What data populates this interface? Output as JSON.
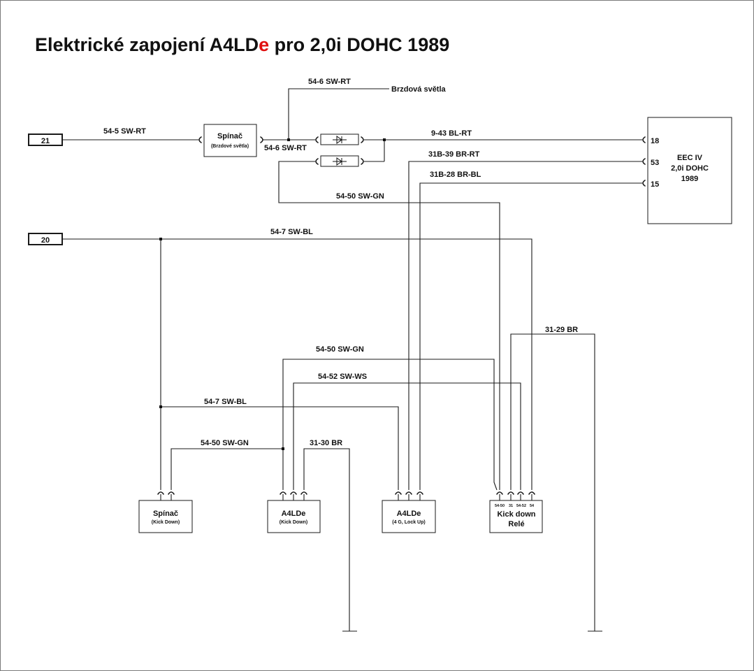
{
  "title": {
    "part1": "Elektrické zapojení A4LD",
    "part2": "e",
    "part3": " pro 2,0i DOHC 1989",
    "accent_color": "#e01010"
  },
  "terminals": {
    "t21": "21",
    "t20": "20"
  },
  "components": {
    "brake_switch": {
      "name": "Spínač",
      "sub": "(Brzdové světla)"
    },
    "kickdown_switch": {
      "name": "Spínač",
      "sub": "(Kick Down)"
    },
    "a4lde_kickdown": {
      "name": "A4LDe",
      "sub": "(Kick Down)"
    },
    "a4lde_lockup": {
      "name": "A4LDe",
      "sub": "(4 G, Lock Up)"
    },
    "kickdown_relay": {
      "name1": "Kick down",
      "name2": "Relé",
      "pins": [
        "54-50",
        "31",
        "54-52",
        "54"
      ]
    },
    "eec": {
      "line1": "EEC IV",
      "line2": "2,0i DOHC",
      "line3": "1989",
      "pins": [
        "18",
        "53",
        "15"
      ]
    }
  },
  "wires": {
    "w54_5": "54-5 SW-RT",
    "w54_6_top": "54-6 SW-RT",
    "brake_lights": "Brzdová světla",
    "w54_6_right": "54-6 SW-RT",
    "w9_43": "9-43 BL-RT",
    "w31b_39": "31B-39 BR-RT",
    "w31b_28": "31B-28 BR-BL",
    "w54_50_upper": "54-50 SW-GN",
    "w54_7_upper": "54-7 SW-BL",
    "w31_29": "31-29 BR",
    "w54_50_mid": "54-50 SW-GN",
    "w54_52": "54-52 SW-WS",
    "w54_7_lower": "54-7 SW-BL",
    "w54_50_lower": "54-50 SW-GN",
    "w31_30": "31-30 BR"
  },
  "icons": [
    "diode-icon",
    "connector-icon",
    "ground-icon",
    "junction-dot-icon"
  ]
}
